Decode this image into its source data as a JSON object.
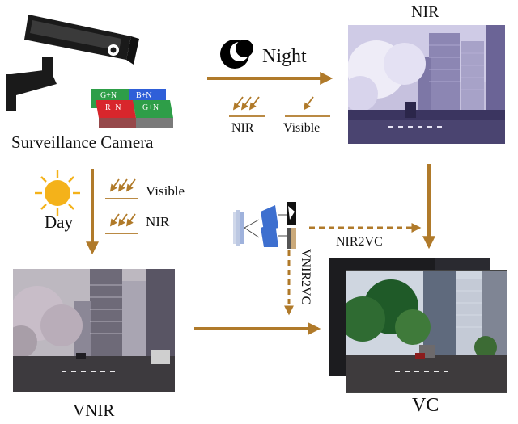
{
  "labels": {
    "camera": "Surveillance Camera",
    "night": "Night",
    "day": "Day",
    "nir_top": "NIR",
    "nir_small": "NIR",
    "visible_small": "Visible",
    "day_visible": "Visible",
    "day_nir": "NIR",
    "nir2vc": "NIR2VC",
    "vnir2vc": "VNIR2VC",
    "vnir": "VNIR",
    "vc": "VC"
  },
  "sensor_mosaic": {
    "top_left": "G+N",
    "top_right": "B+N",
    "bottom_left": "R+N",
    "bottom_right": "G+N"
  },
  "colors": {
    "arrow": "#b07a2a",
    "sun": "#f4b21a",
    "sensor_green": "#2e9e48",
    "sensor_blue": "#2f5fd8",
    "sensor_red": "#d8262c",
    "nir_tint": "#b9b3d6"
  },
  "icons": [
    "surveillance-camera-icon",
    "moon-icon",
    "sun-icon",
    "network-icon"
  ]
}
